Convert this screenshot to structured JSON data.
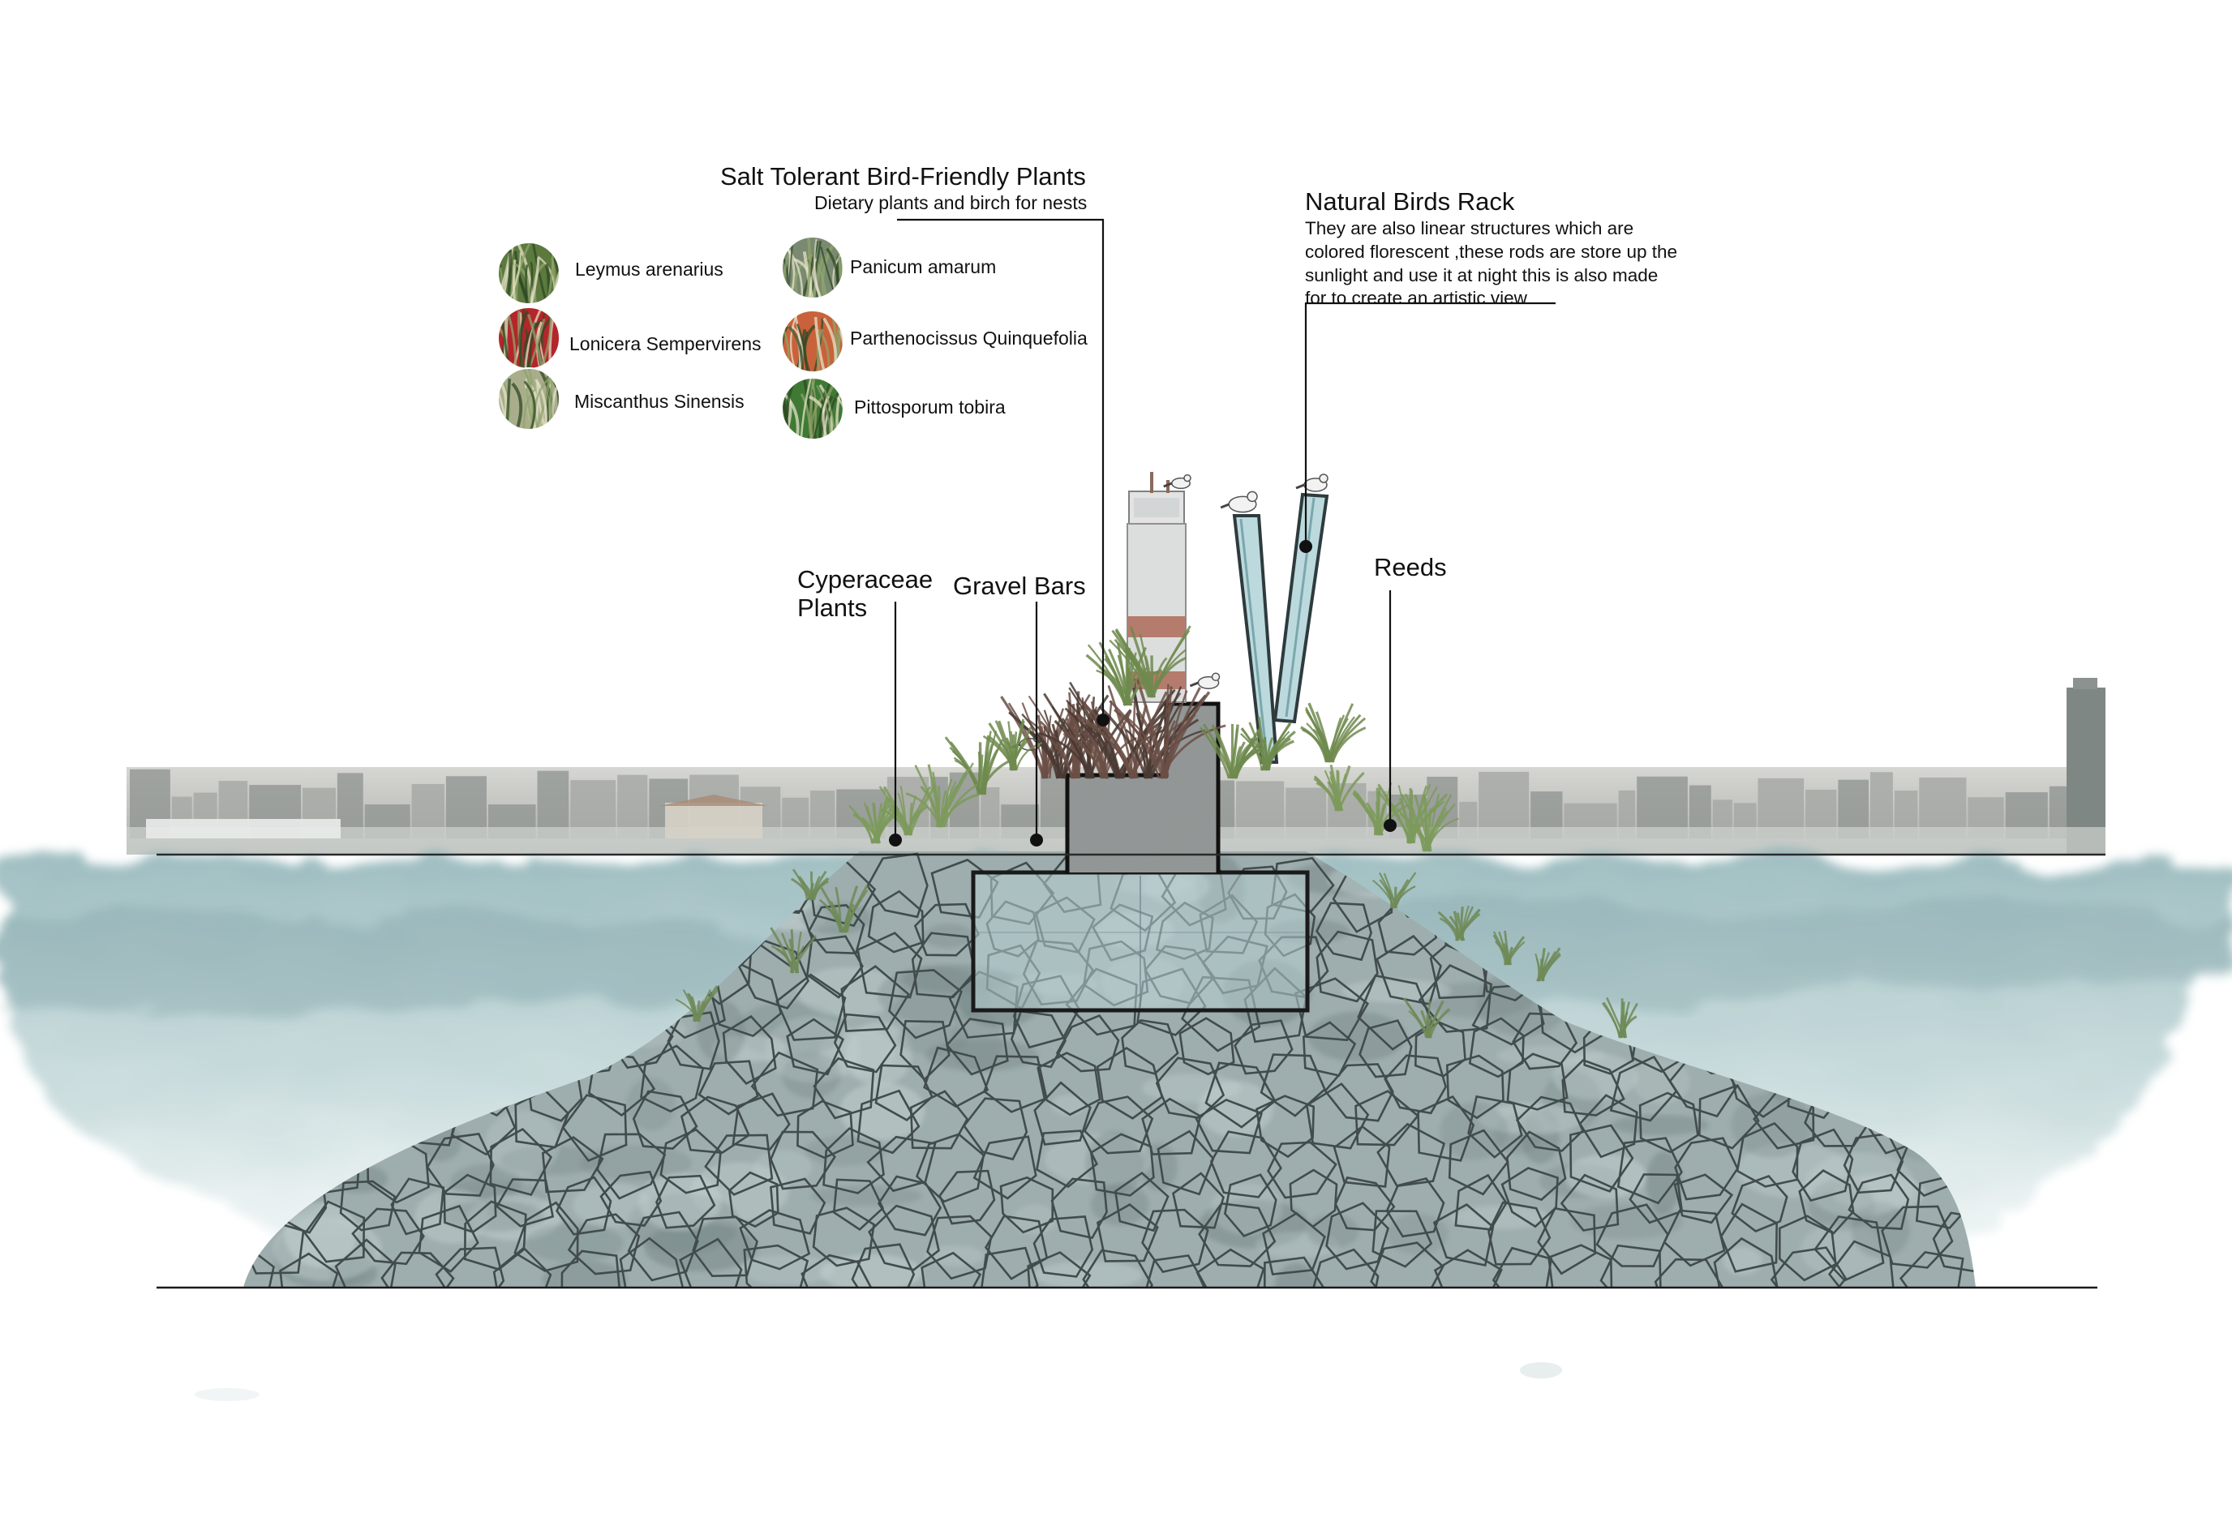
{
  "callouts": {
    "salt_plants": {
      "title": "Salt Tolerant Bird-Friendly Plants",
      "subtitle": "Dietary plants and birch for nests"
    },
    "bird_rack": {
      "title": "Natural Birds Rack",
      "lines": [
        "They are also linear structures which are",
        "colored florescent ,these rods are store up the",
        "sunlight and use it at night this is also made",
        "for to create an artistic view"
      ]
    },
    "cyperaceae": {
      "line1": "Cyperaceae",
      "line2": "Plants"
    },
    "gravel": "Gravel Bars",
    "reeds": "Reeds"
  },
  "plant_legend": [
    {
      "name": "Leymus arenarius",
      "icon": "grass-thumbnail-icon",
      "color": "#5c7a3e"
    },
    {
      "name": "Lonicera Sempervirens",
      "icon": "red-flower-thumbnail-icon",
      "color": "#b3262b"
    },
    {
      "name": "Miscanthus Sinensis",
      "icon": "plume-grass-thumbnail-icon",
      "color": "#a9ad8c"
    },
    {
      "name": "Panicum amarum",
      "icon": "blue-grass-thumbnail-icon",
      "color": "#7a8a72"
    },
    {
      "name": "Parthenocissus Quinquefolia",
      "icon": "vine-leaf-thumbnail-icon",
      "color": "#c9623a"
    },
    {
      "name": "Pittosporum tobira",
      "icon": "shrub-leaf-thumbnail-icon",
      "color": "#3f7a35"
    }
  ],
  "colors": {
    "water": "#a6c4c6",
    "water_dark": "#7fa2a6",
    "rock": "#a9b3b3",
    "rock_shadow": "#5f6a6b",
    "skyline": "#b4b6b3",
    "leader_line": "#111111"
  }
}
